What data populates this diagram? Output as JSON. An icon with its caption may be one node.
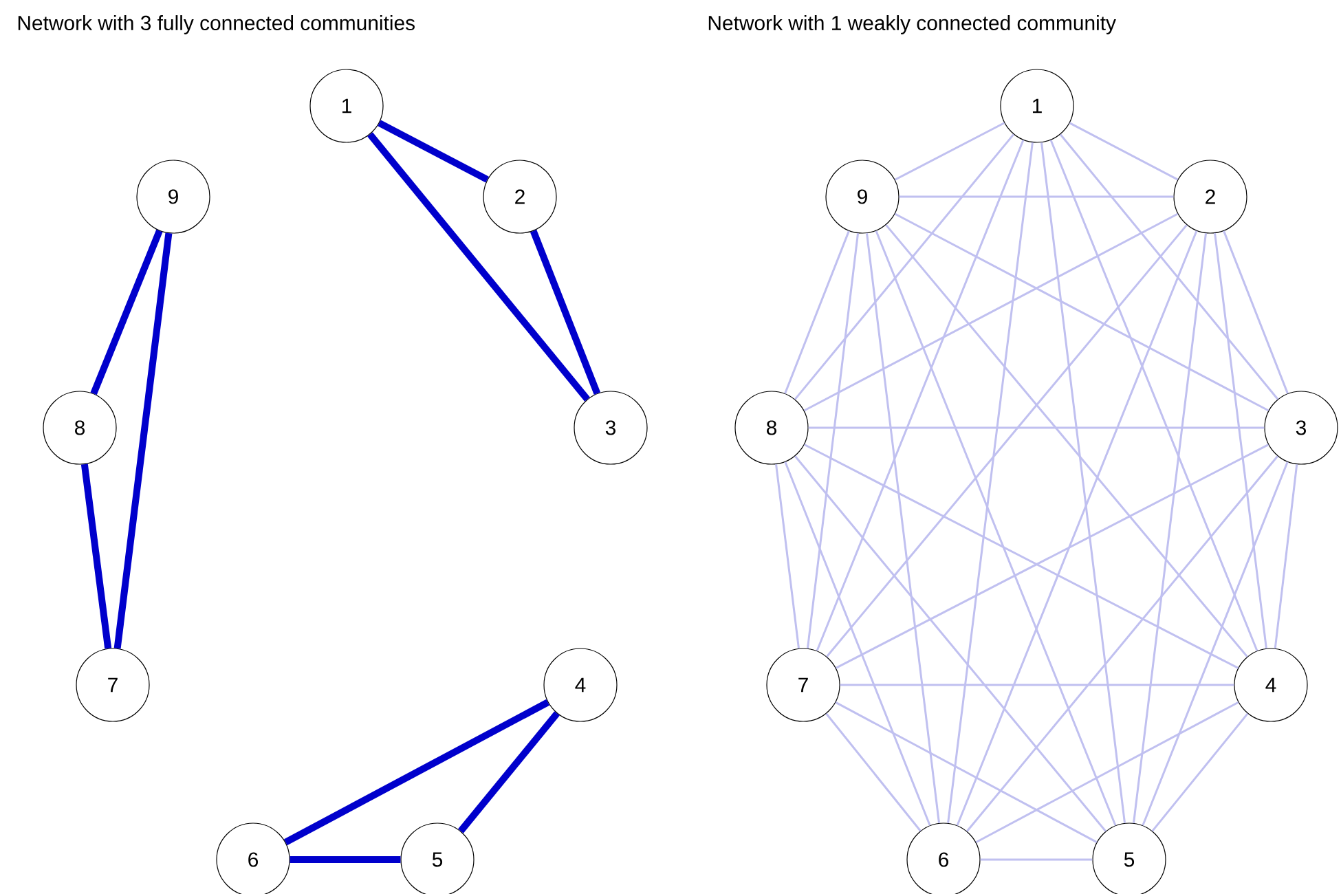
{
  "diagram": {
    "nodes": [
      {
        "text": [
          "1"
        ]
      },
      {
        "text": [
          "2"
        ]
      },
      {
        "text": [
          "3"
        ]
      },
      {
        "text": [
          "4"
        ]
      },
      {
        "text": [
          "5"
        ]
      },
      {
        "text": [
          "6"
        ]
      },
      {
        "text": [
          "7"
        ]
      },
      {
        "text": [
          "8"
        ]
      },
      {
        "text": [
          "9"
        ]
      },
      {
        "text": [
          "1"
        ]
      },
      {
        "text": [
          "2"
        ]
      },
      {
        "text": [
          "3"
        ]
      },
      {
        "text": [
          "4"
        ]
      },
      {
        "text": [
          "5"
        ]
      },
      {
        "text": [
          "6"
        ]
      },
      {
        "text": [
          "7"
        ]
      },
      {
        "text": [
          "8"
        ]
      },
      {
        "text": [
          "9"
        ]
      }
    ],
    "edges": [
      {
        "from": 0,
        "to": 1,
        "arrow": "none",
        "style": "thick",
        "color": "#0000cc"
      },
      {
        "from": 0,
        "to": 2,
        "arrow": "none",
        "style": "thick",
        "color": "#0000cc"
      },
      {
        "from": 1,
        "to": 2,
        "arrow": "none",
        "style": "thick",
        "color": "#0000cc"
      },
      {
        "from": 3,
        "to": 4,
        "arrow": "none",
        "style": "thick",
        "color": "#0000cc"
      },
      {
        "from": 3,
        "to": 5,
        "arrow": "none",
        "style": "thick",
        "color": "#0000cc"
      },
      {
        "from": 4,
        "to": 5,
        "arrow": "none",
        "style": "thick",
        "color": "#0000cc"
      },
      {
        "from": 6,
        "to": 7,
        "arrow": "none",
        "style": "thick",
        "color": "#0000cc"
      },
      {
        "from": 6,
        "to": 8,
        "arrow": "none",
        "style": "thick",
        "color": "#0000cc"
      },
      {
        "from": 7,
        "to": 8,
        "arrow": "none",
        "style": "thick",
        "color": "#0000cc"
      },
      {
        "from": 9,
        "to": 10,
        "arrow": "none"
      },
      {
        "from": 9,
        "to": 11,
        "arrow": "none"
      },
      {
        "from": 9,
        "to": 12,
        "arrow": "none"
      },
      {
        "from": 9,
        "to": 13,
        "arrow": "none"
      },
      {
        "from": 9,
        "to": 14,
        "arrow": "none"
      },
      {
        "from": 9,
        "to": 15,
        "arrow": "none"
      },
      {
        "from": 9,
        "to": 16,
        "arrow": "none"
      },
      {
        "from": 9,
        "to": 17,
        "arrow": "none"
      },
      {
        "from": 10,
        "to": 11,
        "arrow": "none"
      },
      {
        "from": 10,
        "to": 12,
        "arrow": "none"
      },
      {
        "from": 10,
        "to": 13,
        "arrow": "none"
      },
      {
        "from": 10,
        "to": 14,
        "arrow": "none"
      },
      {
        "from": 10,
        "to": 15,
        "arrow": "none"
      },
      {
        "from": 10,
        "to": 16,
        "arrow": "none"
      },
      {
        "from": 10,
        "to": 17,
        "arrow": "none"
      },
      {
        "from": 11,
        "to": 12,
        "arrow": "none"
      },
      {
        "from": 11,
        "to": 13,
        "arrow": "none"
      },
      {
        "from": 11,
        "to": 14,
        "arrow": "none"
      },
      {
        "from": 11,
        "to": 15,
        "arrow": "none"
      },
      {
        "from": 11,
        "to": 16,
        "arrow": "none"
      },
      {
        "from": 11,
        "to": 17,
        "arrow": "none"
      },
      {
        "from": 12,
        "to": 13,
        "arrow": "none"
      },
      {
        "from": 12,
        "to": 14,
        "arrow": "none"
      },
      {
        "from": 12,
        "to": 15,
        "arrow": "none"
      },
      {
        "from": 12,
        "to": 16,
        "arrow": "none"
      },
      {
        "from": 12,
        "to": 17,
        "arrow": "none"
      },
      {
        "from": 13,
        "to": 14,
        "arrow": "none"
      },
      {
        "from": 13,
        "to": 15,
        "arrow": "none"
      },
      {
        "from": 13,
        "to": 16,
        "arrow": "none"
      },
      {
        "from": 13,
        "to": 17,
        "arrow": "none"
      },
      {
        "from": 14,
        "to": 15,
        "arrow": "none"
      },
      {
        "from": 14,
        "to": 16,
        "arrow": "none"
      },
      {
        "from": 14,
        "to": 17,
        "arrow": "none"
      },
      {
        "from": 15,
        "to": 16,
        "arrow": "none"
      },
      {
        "from": 15,
        "to": 17,
        "arrow": "none"
      },
      {
        "from": 16,
        "to": 17,
        "arrow": "none"
      }
    ],
    "labels": [
      "Network with 3 fully connected communities",
      "Network with 1 weakly connected community"
    ]
  }
}
